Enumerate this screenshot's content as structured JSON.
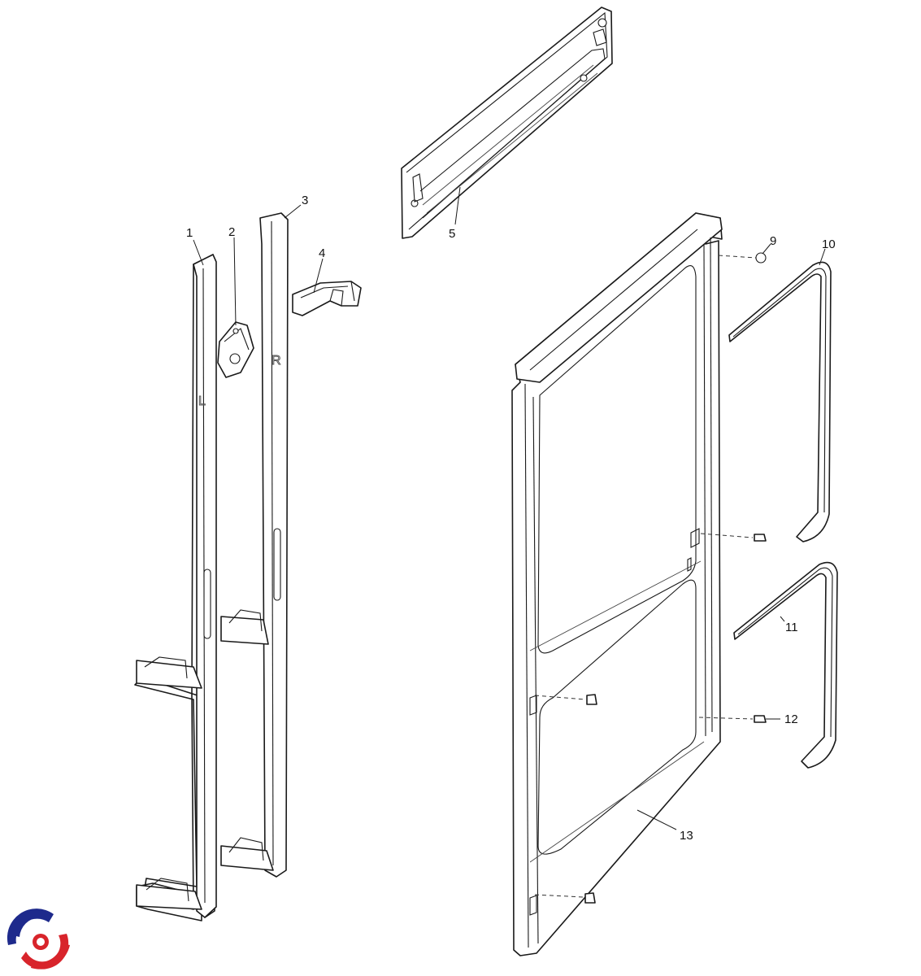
{
  "diagram": {
    "callouts": [
      "1",
      "2",
      "3",
      "4",
      "5",
      "9",
      "10",
      "11",
      "12",
      "13"
    ],
    "side_marks": {
      "left": "L",
      "right": "R"
    }
  },
  "logo": {
    "colors": {
      "blue": "#1e2a8c",
      "red": "#d8242b"
    }
  }
}
